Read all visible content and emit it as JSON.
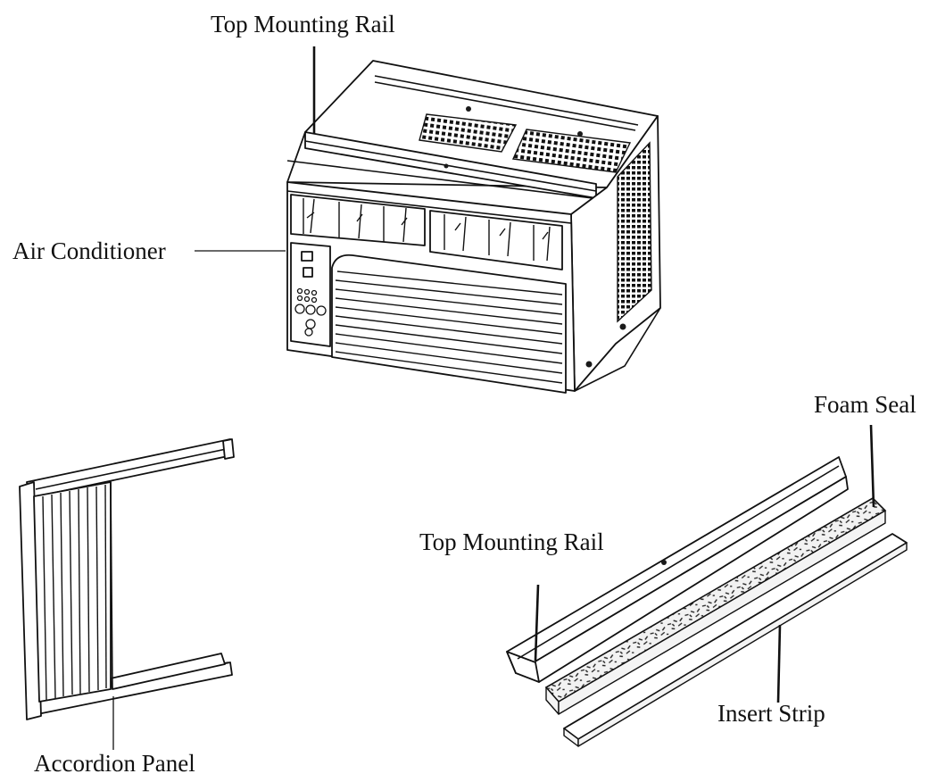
{
  "labels": {
    "top_rail_upper": "Top Mounting Rail",
    "air_conditioner": "Air Conditioner",
    "foam_seal": "Foam Seal",
    "top_rail_lower": "Top Mounting Rail",
    "insert_strip": "Insert Strip",
    "accordion_panel": "Accordion Panel"
  }
}
